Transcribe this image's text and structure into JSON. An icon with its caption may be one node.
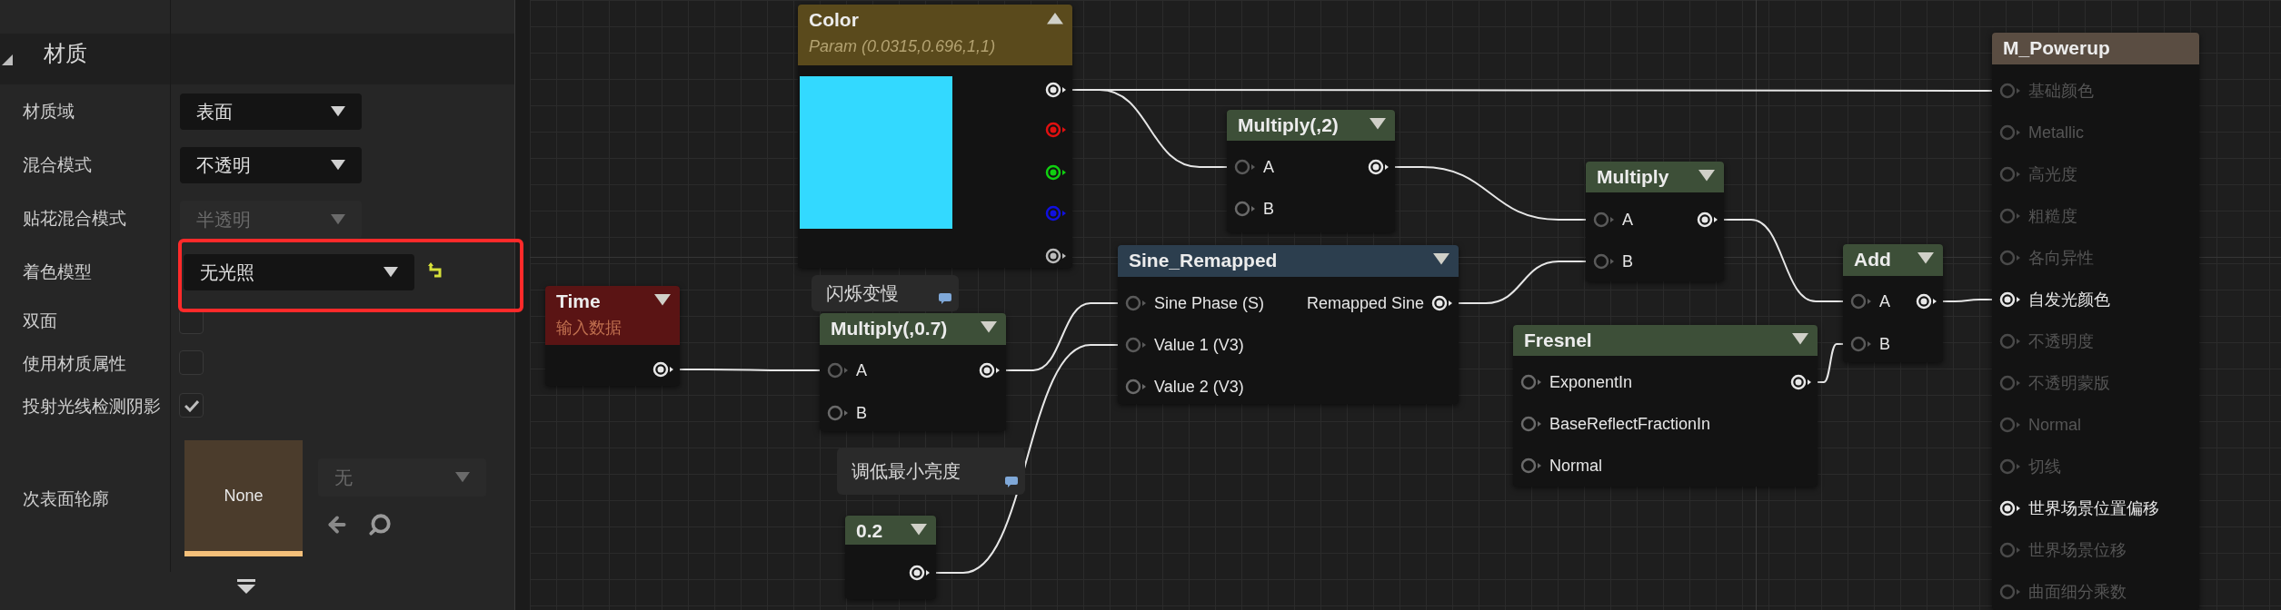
{
  "diagram": {
    "nodes": [
      {
        "text": [
          "Color",
          "Param (0.0315,0.696,1,1)"
        ]
      },
      {
        "text": [
          "Multiply(,2)",
          "A",
          "B"
        ]
      },
      {
        "text": [
          "Multiply",
          "A",
          "B"
        ]
      },
      {
        "text": [
          "Sine_Remapped",
          "Sine Phase (S)",
          "Remapped Sine",
          "Value 1 (V3)",
          "Value 2 (V3)"
        ]
      },
      {
        "text": [
          "Time",
          "输入数据"
        ]
      },
      {
        "text": [
          "Multiply(,0.7)",
          "A",
          "B"
        ],
        "beside": [
          "闪烁变慢"
        ]
      },
      {
        "text": [
          "Add",
          "A",
          "B"
        ]
      },
      {
        "text": [
          "Fresnel",
          "ExponentIn",
          "BaseReflectFractionIn",
          "Normal"
        ]
      },
      {
        "text": [
          "0.2"
        ],
        "beside": [
          "调低最小亮度"
        ]
      },
      {
        "text": [
          "M_Powerup",
          "基础颜色",
          "Metallic",
          "高光度",
          "粗糙度",
          "各向异性",
          "自发光颜色",
          "不透明度",
          "不透明蒙版",
          "Normal",
          "切线",
          "世界场景位置偏移",
          "世界场景位移",
          "曲面细分乘数"
        ]
      }
    ],
    "edges": [
      {
        "from": 0,
        "to": 9,
        "arrow": "none"
      },
      {
        "from": 0,
        "to": 1,
        "arrow": "none"
      },
      {
        "from": 1,
        "to": 2,
        "arrow": "none"
      },
      {
        "from": 3,
        "to": 2,
        "arrow": "none"
      },
      {
        "from": 4,
        "to": 5,
        "arrow": "none"
      },
      {
        "from": 5,
        "to": 3,
        "arrow": "none"
      },
      {
        "from": 8,
        "to": 3,
        "arrow": "none"
      },
      {
        "from": 2,
        "to": 6,
        "arrow": "none"
      },
      {
        "from": 7,
        "to": 6,
        "arrow": "none"
      },
      {
        "from": 6,
        "to": 9,
        "arrow": "none"
      }
    ],
    "labels": [
      "材质",
      "材质域",
      "表面",
      "混合模式",
      "不透明",
      "贴花混合模式",
      "半透明",
      "着色模型",
      "无光照",
      "双面",
      "使用材质属性",
      "投射光线检测阴影",
      "次表面轮廓",
      "None",
      "无"
    ]
  }
}
